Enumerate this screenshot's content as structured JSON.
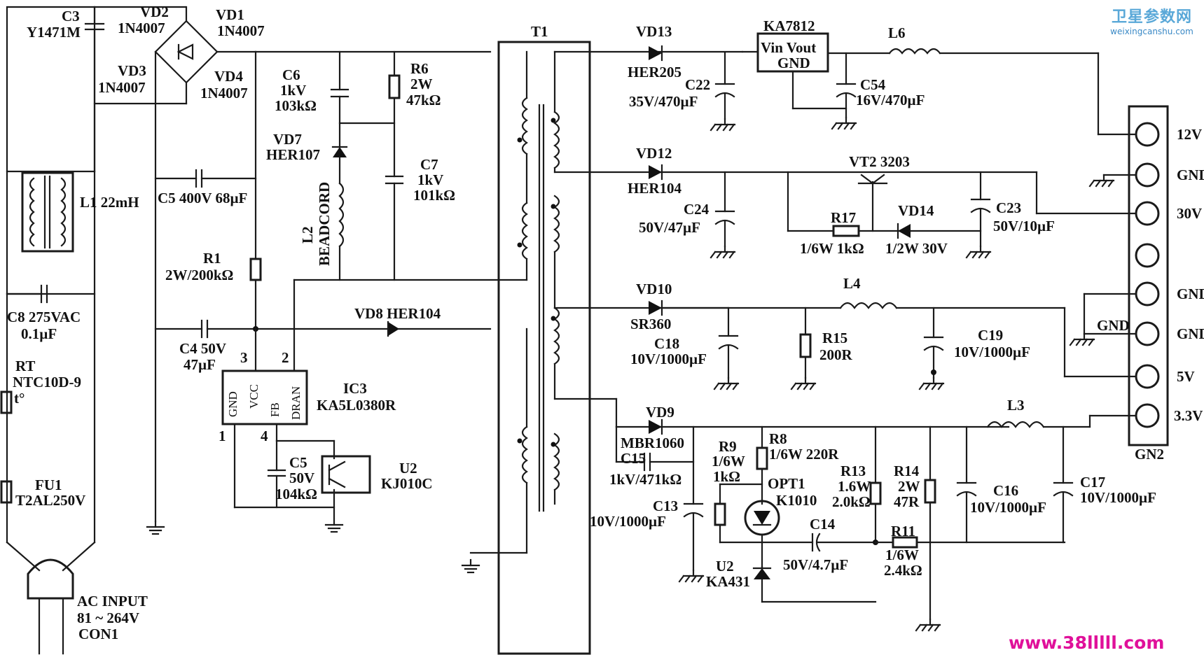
{
  "watermark": {
    "site_cn": "卫星参数网",
    "site_url": "weixingcanshu.com",
    "bottom_url": "www.38lllll.com"
  },
  "labels": {
    "c3": "C3",
    "c3v": "Y1471M",
    "vd2": "VD2",
    "vd2v": "1N4007",
    "vd1": "VD1",
    "vd1v": "1N4007",
    "vd3": "VD3",
    "vd3v": "1N4007",
    "vd4": "VD4",
    "vd4v": "1N4007",
    "l1": "L1 22mH",
    "c5": "C5 400V 68µF",
    "c6": "C6",
    "c6a": "1kV",
    "c6b": "103kΩ",
    "r6": "R6",
    "r6a": "2W",
    "r6b": "47kΩ",
    "vd7": "VD7",
    "vd7v": "HER107",
    "c7": "C7",
    "c7a": "1kV",
    "c7b": "101kΩ",
    "l2": "L2",
    "l2v": "BEADCORD",
    "r1": "R1",
    "r1v": "2W/200kΩ",
    "c8": "C8 275VAC",
    "c8v": "0.1µF",
    "rt": "RT",
    "rtv": "NTC10D-9",
    "rtt": "t°",
    "c4": "C4 50V",
    "c4v": "47µF",
    "vd8": "VD8 HER104",
    "pin3": "3",
    "pin2": "2",
    "pin1": "1",
    "pin4": "4",
    "ic_gnd": "GND",
    "ic_vcc": "VCC",
    "ic_fb": "FB",
    "ic_dran": "DRAN",
    "ic3": "IC3",
    "ic3v": "KA5L0380R",
    "c5b": "C5",
    "c5ba": "50V",
    "c5bb": "104kΩ",
    "u2a": "U2",
    "u2av": "KJ010C",
    "fu1": "FU1",
    "fu1v": "T2AL250V",
    "ac1": "AC INPUT",
    "ac2": "81 ~ 264V",
    "ac3": "CON1",
    "t1": "T1",
    "vd13": "VD13",
    "vd13v": "HER205",
    "ka": "KA7812",
    "ka_in": "Vin Vout",
    "ka_gnd": "GND",
    "l6": "L6",
    "c22": "C22",
    "c22v": "35V/470µF",
    "c54": "C54",
    "c54v": "16V/470µF",
    "vd12": "VD12",
    "vd12v": "HER104",
    "vt2": "VT2 3203",
    "c24": "C24",
    "c24v": "50V/47µF",
    "r17": "R17",
    "r17v": "1/6W 1kΩ",
    "vd14": "VD14",
    "vd14v": "1/2W 30V",
    "c23": "C23",
    "c23v": "50V/10µF",
    "vd10": "VD10",
    "vd10v": "SR360",
    "l4": "L4",
    "c18": "C18",
    "c18v": "10V/1000µF",
    "r15": "R15",
    "r15v": "200R",
    "c19": "C19",
    "c19v": "10V/1000µF",
    "gnd_in": "GND",
    "vd9": "VD9",
    "vd9v": "MBR1060",
    "c15": "C15",
    "c15v": "1kV/471kΩ",
    "r9": "R9",
    "r9a": "1/6W",
    "r9b": "1kΩ",
    "r8": "R8",
    "r8v": "1/6W 220R",
    "r13": "R13",
    "r13a": "1.6W",
    "r13b": "2.0kΩ",
    "r14": "R14",
    "r14a": "2W",
    "r14b": "47R",
    "l3": "L3",
    "opt1": "OPT1",
    "opt1v": "K1010",
    "c13": "C13",
    "c13v": "10V/1000µF",
    "c14": "C14",
    "c14v": "50V/4.7µF",
    "r11": "R11",
    "r11a": "1/6W",
    "r11b": "2.4kΩ",
    "c16": "C16",
    "c16v": "10V/1000µF",
    "c17": "C17",
    "c17v": "10V/1000µF",
    "u2b": "U2",
    "u2bv": "KA431",
    "gn2": "GN2",
    "pins": [
      "12V",
      "GND",
      "30V",
      "",
      "GND",
      "GND",
      "5V",
      "3.3V"
    ]
  }
}
